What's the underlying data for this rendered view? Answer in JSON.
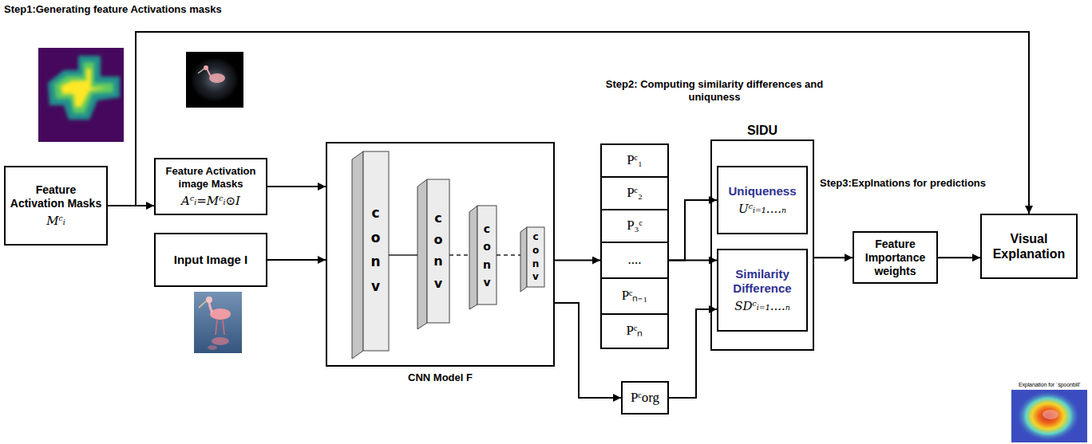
{
  "diagram": {
    "nodes": [
      {
        "text": [
          "Feature Activation Masks",
          "Mᶜᵢ"
        ]
      },
      {
        "text": [
          "Feature Activation image Masks",
          "Aᶜᵢ=Mᶜᵢ⊙I"
        ]
      },
      {
        "text": [
          "Input Image I"
        ]
      },
      {
        "text": [
          "CNN Model F"
        ]
      },
      {
        "text": [
          "Pᶜ₁"
        ]
      },
      {
        "text": [
          "Pᶜ₂"
        ]
      },
      {
        "text": [
          "P₃ᶜ"
        ]
      },
      {
        "text": [
          "...."
        ]
      },
      {
        "text": [
          "Pᶜₙ₋₁"
        ]
      },
      {
        "text": [
          "Pᶜₙ"
        ]
      },
      {
        "text": [
          "Pᶜorg"
        ]
      },
      {
        "text": [
          "SIDU"
        ]
      },
      {
        "text": [
          "Uniqueness",
          "Uᶜᵢ₌₁....ₙ"
        ],
        "in": 11
      },
      {
        "text": [
          "Similarity Difference",
          "SDᶜᵢ₌₁....ₙ"
        ],
        "in": 11
      },
      {
        "text": [
          "Feature Importance weights"
        ]
      },
      {
        "text": [
          "Visual Explanation"
        ]
      }
    ],
    "edges": [
      {
        "from": 0,
        "to": 1,
        "arrow": "to"
      },
      {
        "from": 0,
        "to": 15,
        "arrow": "to"
      },
      {
        "from": 1,
        "to": 3,
        "arrow": "to"
      },
      {
        "from": 2,
        "to": 3,
        "arrow": "to"
      },
      {
        "from": 3,
        "to": 7,
        "arrow": "to"
      },
      {
        "from": 3,
        "to": 10,
        "arrow": "to"
      },
      {
        "from": 7,
        "to": 12,
        "arrow": "to"
      },
      {
        "from": 7,
        "to": 13,
        "arrow": "to"
      },
      {
        "from": 10,
        "to": 13,
        "arrow": "to"
      },
      {
        "from": 11,
        "to": 14,
        "arrow": "to"
      },
      {
        "from": 14,
        "to": 15,
        "arrow": "to"
      }
    ],
    "labels": [
      "Step1:Generating feature Activations masks",
      "conv",
      "conv",
      "conv",
      "conv",
      "Step2: Computing similarity differences and uniquness",
      "Step3:Explnations for predictions",
      "Explanation for `spoonbill'"
    ]
  }
}
